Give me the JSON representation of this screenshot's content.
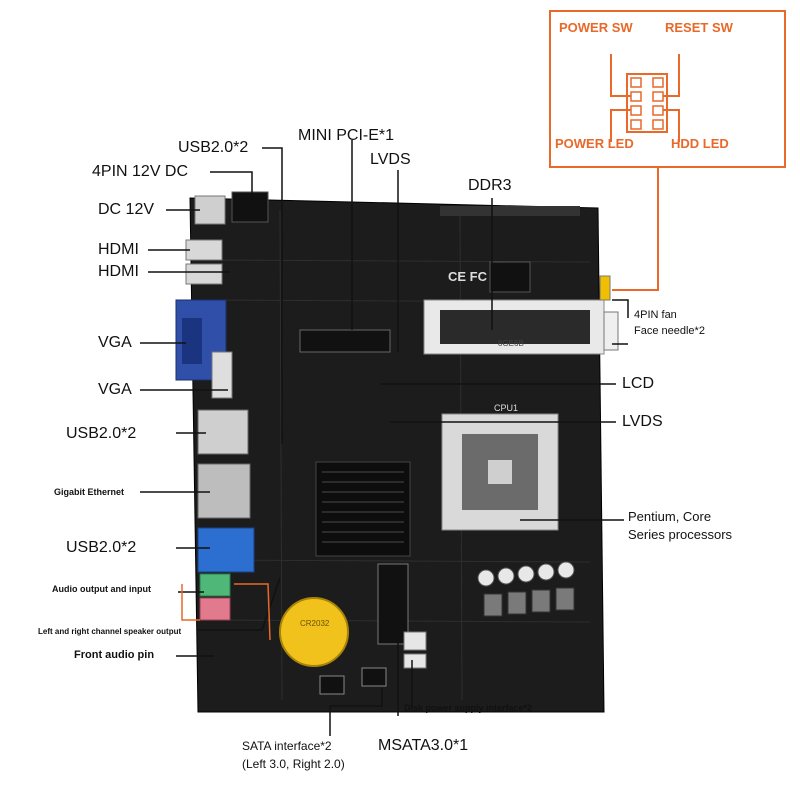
{
  "labels": {
    "usb_top": "USB2.0*2",
    "mini_pcie": "MINI PCI-E*1",
    "pin12v": "4PIN 12V DC",
    "lvds_top": "LVDS",
    "ddr3": "DDR3",
    "dc12v": "DC 12V",
    "hdmi1": "HDMI",
    "hdmi2": "HDMI",
    "vga1": "VGA",
    "vga2": "VGA",
    "usb_mid": "USB2.0*2",
    "gigabit": "Gigabit Ethernet",
    "usb_low": "USB2.0*2",
    "audio_io": "Audio output and input",
    "speaker": "Left and right channel speaker output",
    "front_audio": "Front audio pin",
    "fan": "4PIN fan",
    "face_needle": "Face needle*2",
    "lcd": "LCD",
    "lvds_right": "LVDS",
    "cpu_line1": "Pentium, Core",
    "cpu_line2": "Series processors",
    "disk_power": "Disk power supply interface*2",
    "sata_line1": "SATA interface*2",
    "sata_line2": "(Left 3.0, Right 2.0)",
    "msata": "MSATA3.0*1"
  },
  "header": {
    "power_sw": "POWER SW",
    "reset_sw": "RESET SW",
    "power_led": "POWER LED",
    "hdd_led": "HDD  LED"
  },
  "board": {
    "cpu_text": "CPU1",
    "ddr_text": "8GE6B",
    "battery_text": "CR2032",
    "fc_mark": "CE FC"
  },
  "colors": {
    "accent": "#e8692a",
    "board": "#1c1c1c",
    "vga_blue": "#2f4fa8",
    "usb_blue": "#2c6fd0",
    "audio_green": "#4fb879",
    "audio_pink": "#e07a8c",
    "battery": "#f1c21b"
  }
}
